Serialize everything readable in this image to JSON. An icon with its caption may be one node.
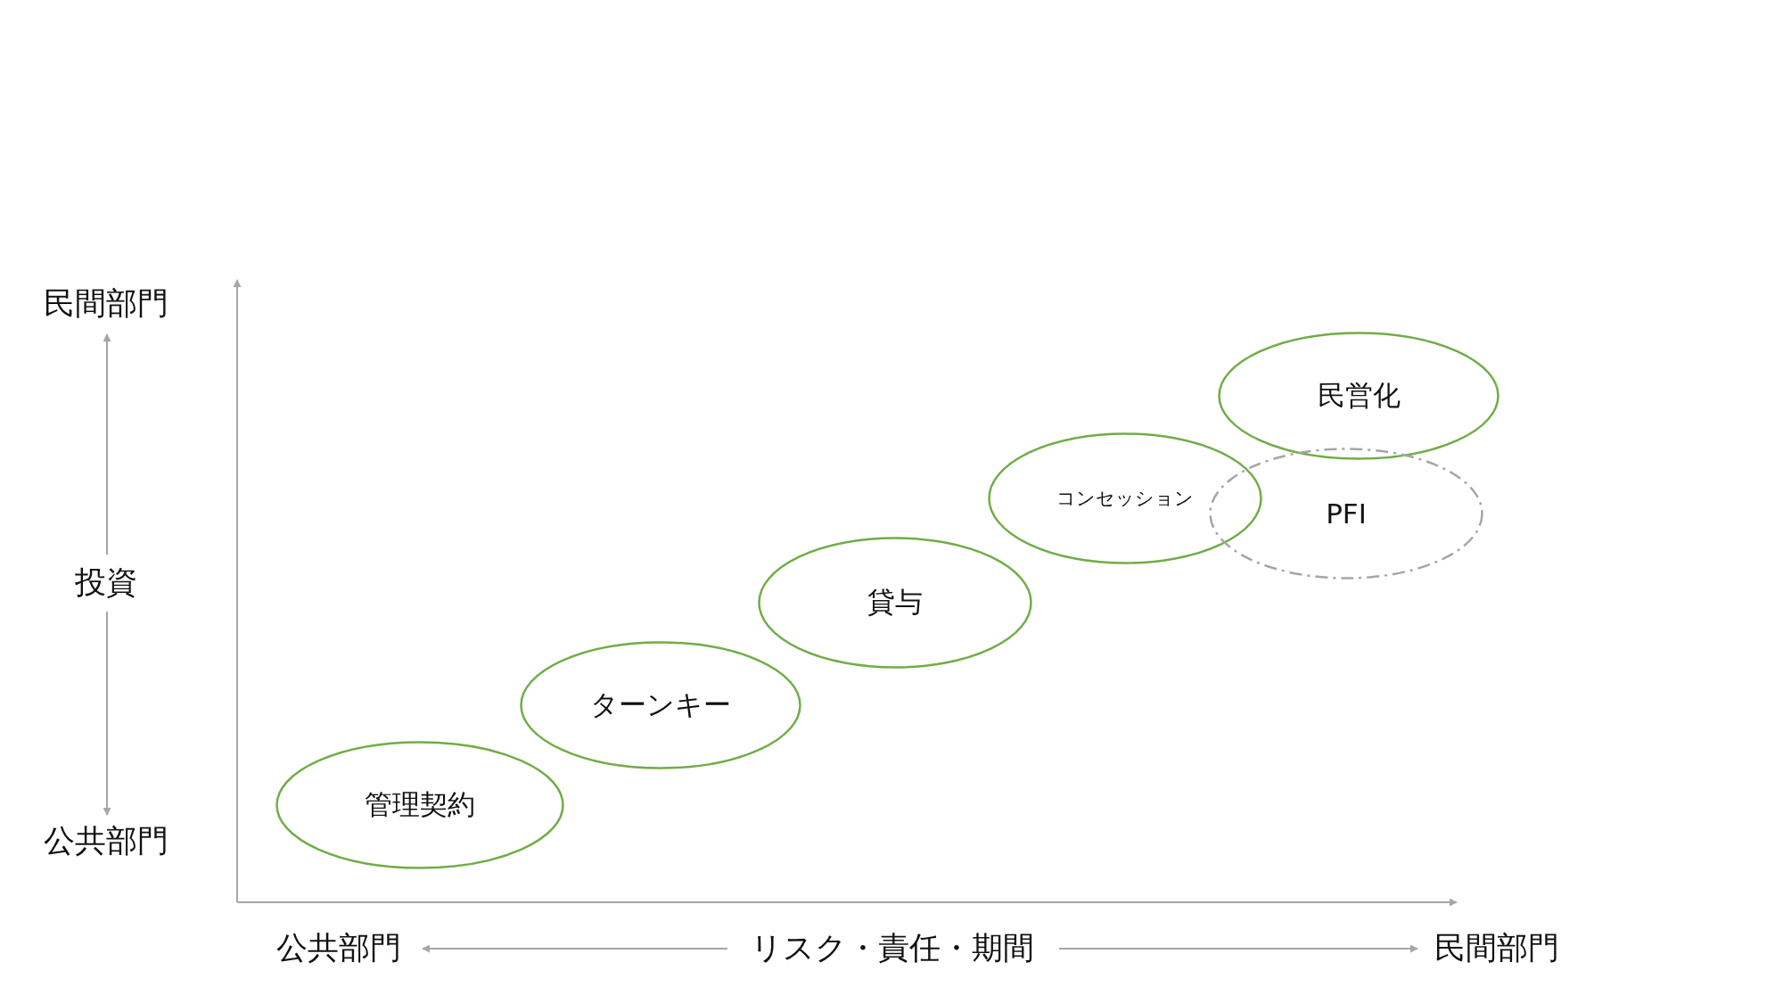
{
  "diagram": {
    "nodes": [
      {
        "text": [
          "民営化"
        ]
      },
      {
        "text": [
          "コンセッション"
        ]
      },
      {
        "text": [
          "PFI"
        ]
      },
      {
        "text": [
          "貸与"
        ]
      },
      {
        "text": [
          "ターンキー"
        ]
      },
      {
        "text": [
          "管理契約"
        ]
      }
    ],
    "labels": [
      "民間部門",
      "投資",
      "公共部門",
      "公共部門",
      "リスク・責任・期間",
      "民間部門"
    ]
  }
}
